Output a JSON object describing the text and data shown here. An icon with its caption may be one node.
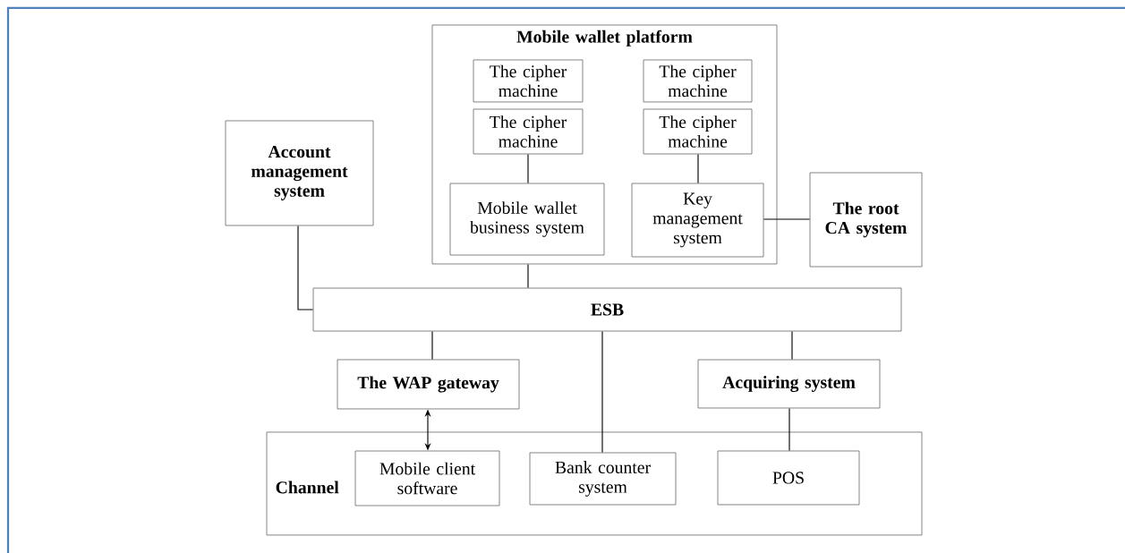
{
  "diagram": {
    "nodes": [
      {
        "text": [
          "Mobile wallet platform"
        ]
      },
      {
        "text": [
          "The cipher machine"
        ],
        "in": 0
      },
      {
        "text": [
          "The cipher machine"
        ],
        "in": 0
      },
      {
        "text": [
          "The cipher machine"
        ],
        "in": 0
      },
      {
        "text": [
          "The cipher machine"
        ],
        "in": 0
      },
      {
        "text": [
          "Mobile wallet business system"
        ],
        "in": 0
      },
      {
        "text": [
          "Key management system"
        ],
        "in": 0
      },
      {
        "text": [
          "Account management system"
        ]
      },
      {
        "text": [
          "The root CA system"
        ]
      },
      {
        "text": [
          "ESB"
        ]
      },
      {
        "text": [
          "The WAP gateway"
        ]
      },
      {
        "text": [
          "Acquiring system"
        ]
      },
      {
        "text": [
          "Channel"
        ]
      },
      {
        "text": [
          "Mobile client software"
        ],
        "in": 12
      },
      {
        "text": [
          "Bank counter system"
        ],
        "in": 12
      },
      {
        "text": [
          "POS"
        ],
        "in": 12
      }
    ],
    "edges": [
      {
        "from": 3,
        "to": 5,
        "arrow": "none"
      },
      {
        "from": 4,
        "to": 6,
        "arrow": "none"
      },
      {
        "from": 6,
        "to": 8,
        "arrow": "none"
      },
      {
        "from": 7,
        "to": 9,
        "arrow": "none"
      },
      {
        "from": 0,
        "to": 9,
        "arrow": "none"
      },
      {
        "from": 9,
        "to": 10,
        "arrow": "none"
      },
      {
        "from": 9,
        "to": 14,
        "arrow": "none"
      },
      {
        "from": 9,
        "to": 11,
        "arrow": "none"
      },
      {
        "from": 10,
        "to": 13,
        "arrow": "both"
      },
      {
        "from": 11,
        "to": 15,
        "arrow": "none"
      }
    ]
  }
}
